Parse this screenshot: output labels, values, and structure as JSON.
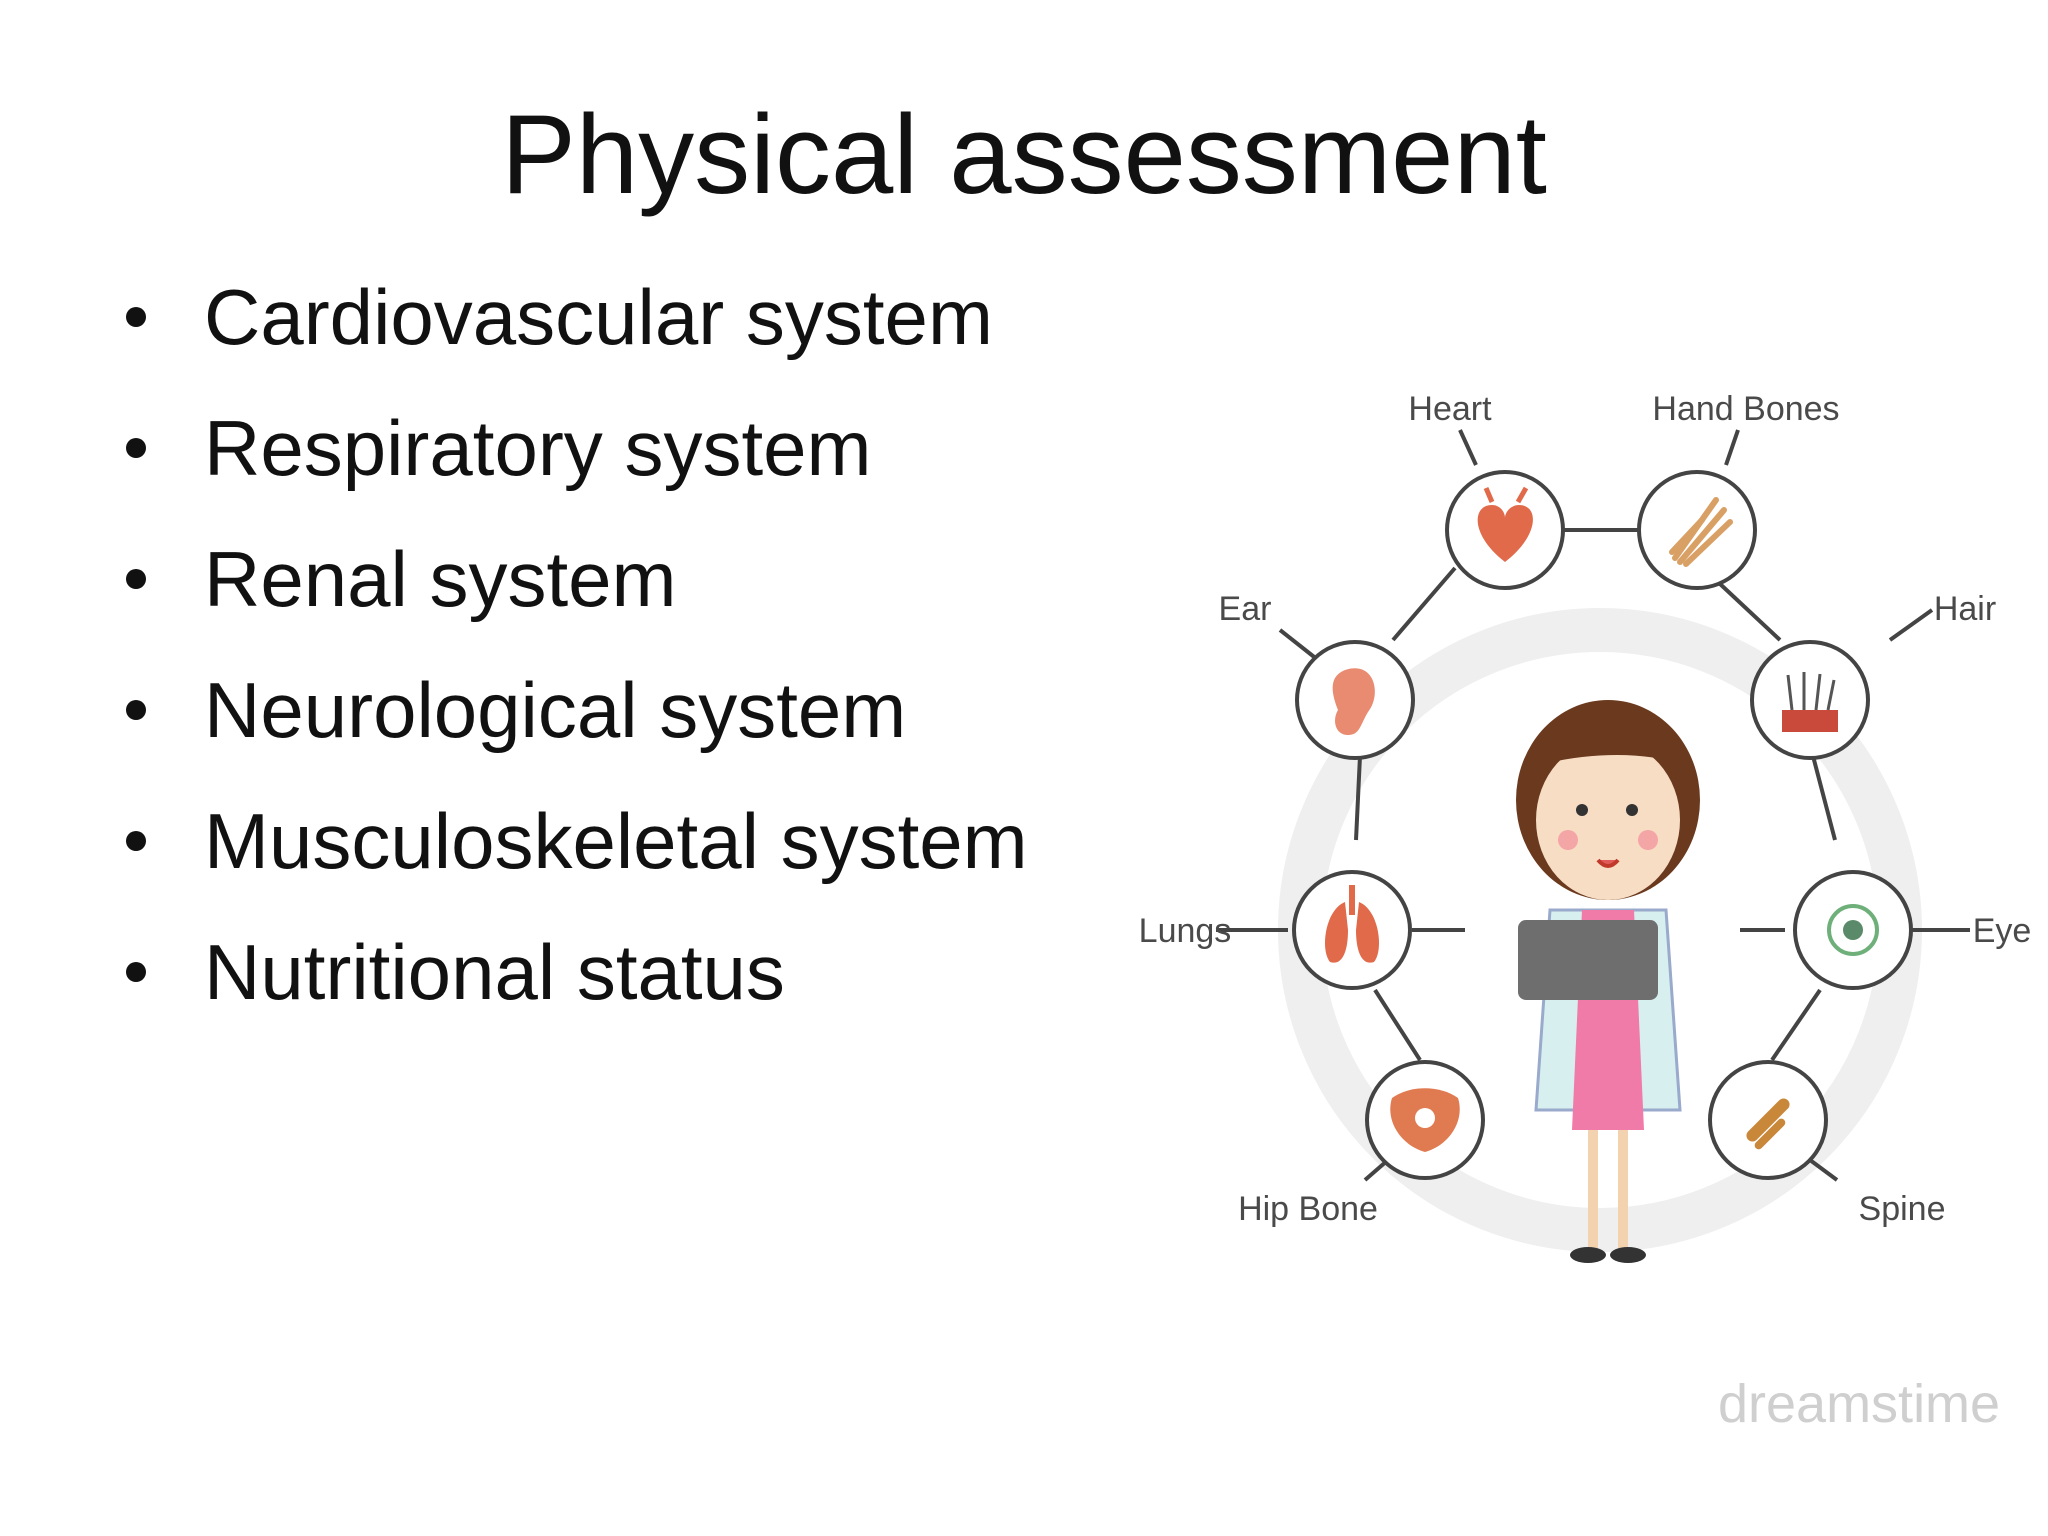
{
  "slide": {
    "title": "Physical assessment",
    "bullets": [
      "Cardiovascular system",
      "Respiratory system",
      "Renal system",
      "Neurological system",
      "Musculoskeletal system",
      "Nutritional status"
    ]
  },
  "illustration": {
    "labels": {
      "heart": "Heart",
      "hand_bones": "Hand Bones",
      "ear": "Ear",
      "hair": "Hair",
      "lungs": "Lungs",
      "eye": "Eye",
      "hip_bone": "Hip Bone",
      "spine": "Spine"
    }
  },
  "watermark": {
    "text": "dreamstime"
  },
  "colors": {
    "organ_accent": "#e06a4a",
    "ring_stroke": "#444444",
    "halo": "#efefef",
    "coat": "#d8efef",
    "dress": "#f07aa8",
    "hair": "#6b3a1e"
  }
}
